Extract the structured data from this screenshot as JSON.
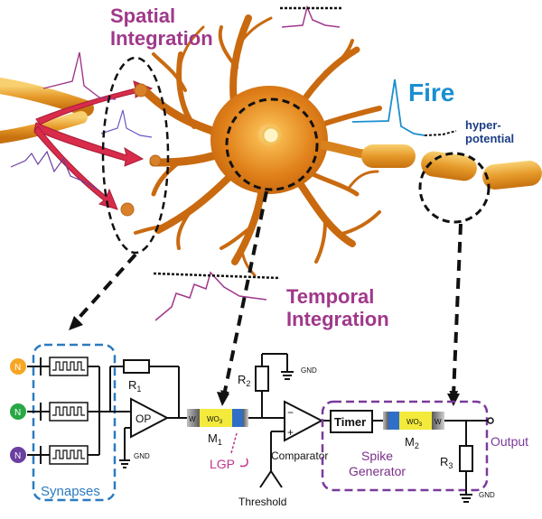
{
  "labels": {
    "spatial_integration_1": "Spatial",
    "spatial_integration_2": "Integration",
    "fire": "Fire",
    "hyper_1": "hyper-",
    "hyper_2": "potential",
    "temporal_integration_1": "Temporal",
    "temporal_integration_2": "Integration"
  },
  "circuit": {
    "inputs": [
      "N",
      "N",
      "N"
    ],
    "r1": "R",
    "r1_sub": "1",
    "r2": "R",
    "r2_sub": "2",
    "r3": "R",
    "r3_sub": "3",
    "op": "OP",
    "gnd": "GND",
    "w": "W",
    "wo3": "WO",
    "wo3_sub": "3",
    "m1": "M",
    "m1_sub": "1",
    "m2": "M",
    "m2_sub": "2",
    "lgp": "LGP",
    "comparator": "Comparator",
    "threshold": "Threshold",
    "timer": "Timer",
    "spike_1": "Spike",
    "spike_2": "Generator",
    "output": "Output",
    "synapses": "Synapses",
    "plus": "+",
    "minus": "−"
  },
  "colors": {
    "neuron_orange": "#e0801a",
    "synapse_red": "#d92b4a",
    "input_orange": "#f5a623",
    "input_green": "#27a844",
    "input_purple": "#6a3fa0",
    "synapse_box": "#2b7bc0",
    "spike_box": "#7a3a9a",
    "wo3_yellow": "#f3ea3b",
    "electrode_blue": "#2f6fc8"
  }
}
